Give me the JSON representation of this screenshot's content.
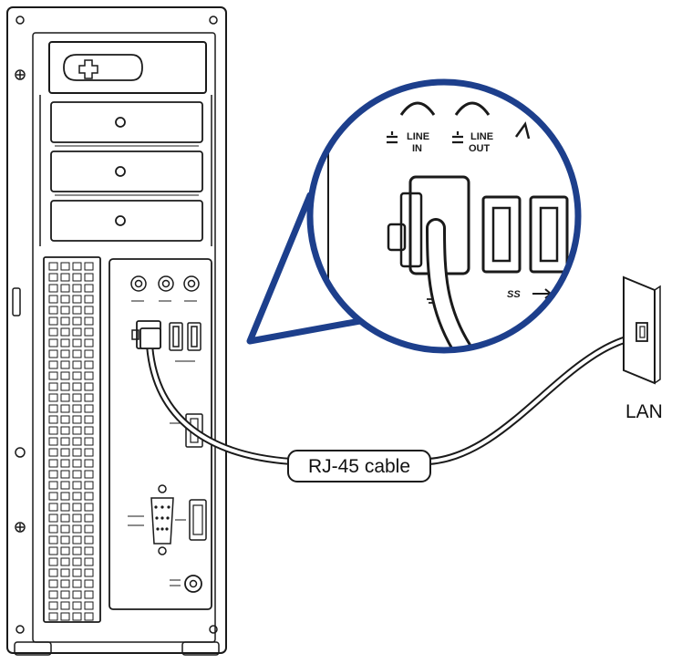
{
  "labels": {
    "cable": "RJ-45 cable",
    "lan": "LAN",
    "line_in": [
      "LINE",
      "IN"
    ],
    "line_out": [
      "LINE",
      "OUT"
    ],
    "ss_usb": "SS"
  },
  "icons": [
    "audio-jack-icon",
    "usb-icon",
    "ethernet-port-icon",
    "wall-socket-icon",
    "screw-icon"
  ],
  "colors": {
    "accent_blue": "#1d3f8c",
    "line": "#1a1a1a",
    "background": "#ffffff"
  }
}
